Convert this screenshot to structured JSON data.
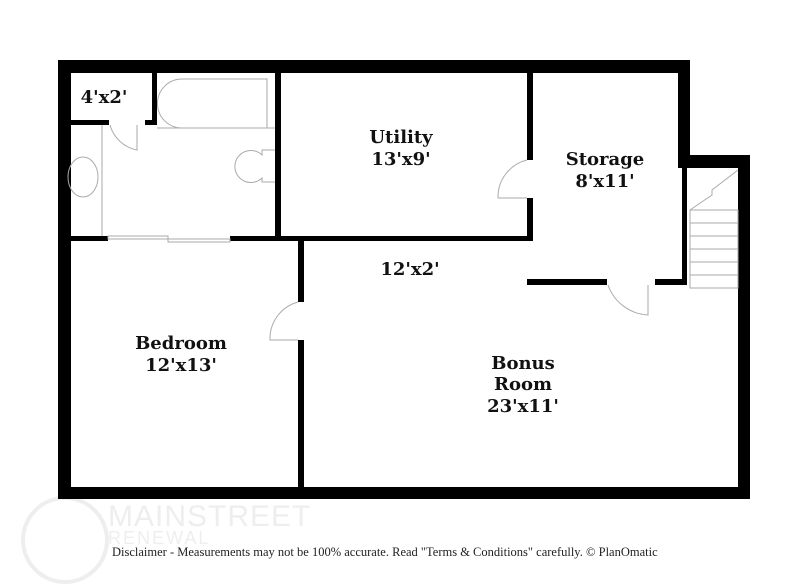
{
  "rooms": {
    "closet": {
      "dims": "4'x2'"
    },
    "utility": {
      "name": "Utility",
      "dims": "13'x9'"
    },
    "storage": {
      "name": "Storage",
      "dims": "8'x11'"
    },
    "hall": {
      "dims": "12'x2'"
    },
    "bedroom": {
      "name": "Bedroom",
      "dims": "12'x13'"
    },
    "bonus": {
      "name_line1": "Bonus",
      "name_line2": "Room",
      "dims": "23'x11'"
    }
  },
  "watermark": {
    "line1": "MAINSTREET",
    "line2": "RENEWAL"
  },
  "disclaimer": "Disclaimer - Measurements may not be 100% accurate. Read \"Terms & Conditions\" carefully. © PlanOmatic",
  "colors": {
    "wall": "#000000",
    "fixture": "#aaaaaa",
    "watermark": "#eeeeee"
  }
}
